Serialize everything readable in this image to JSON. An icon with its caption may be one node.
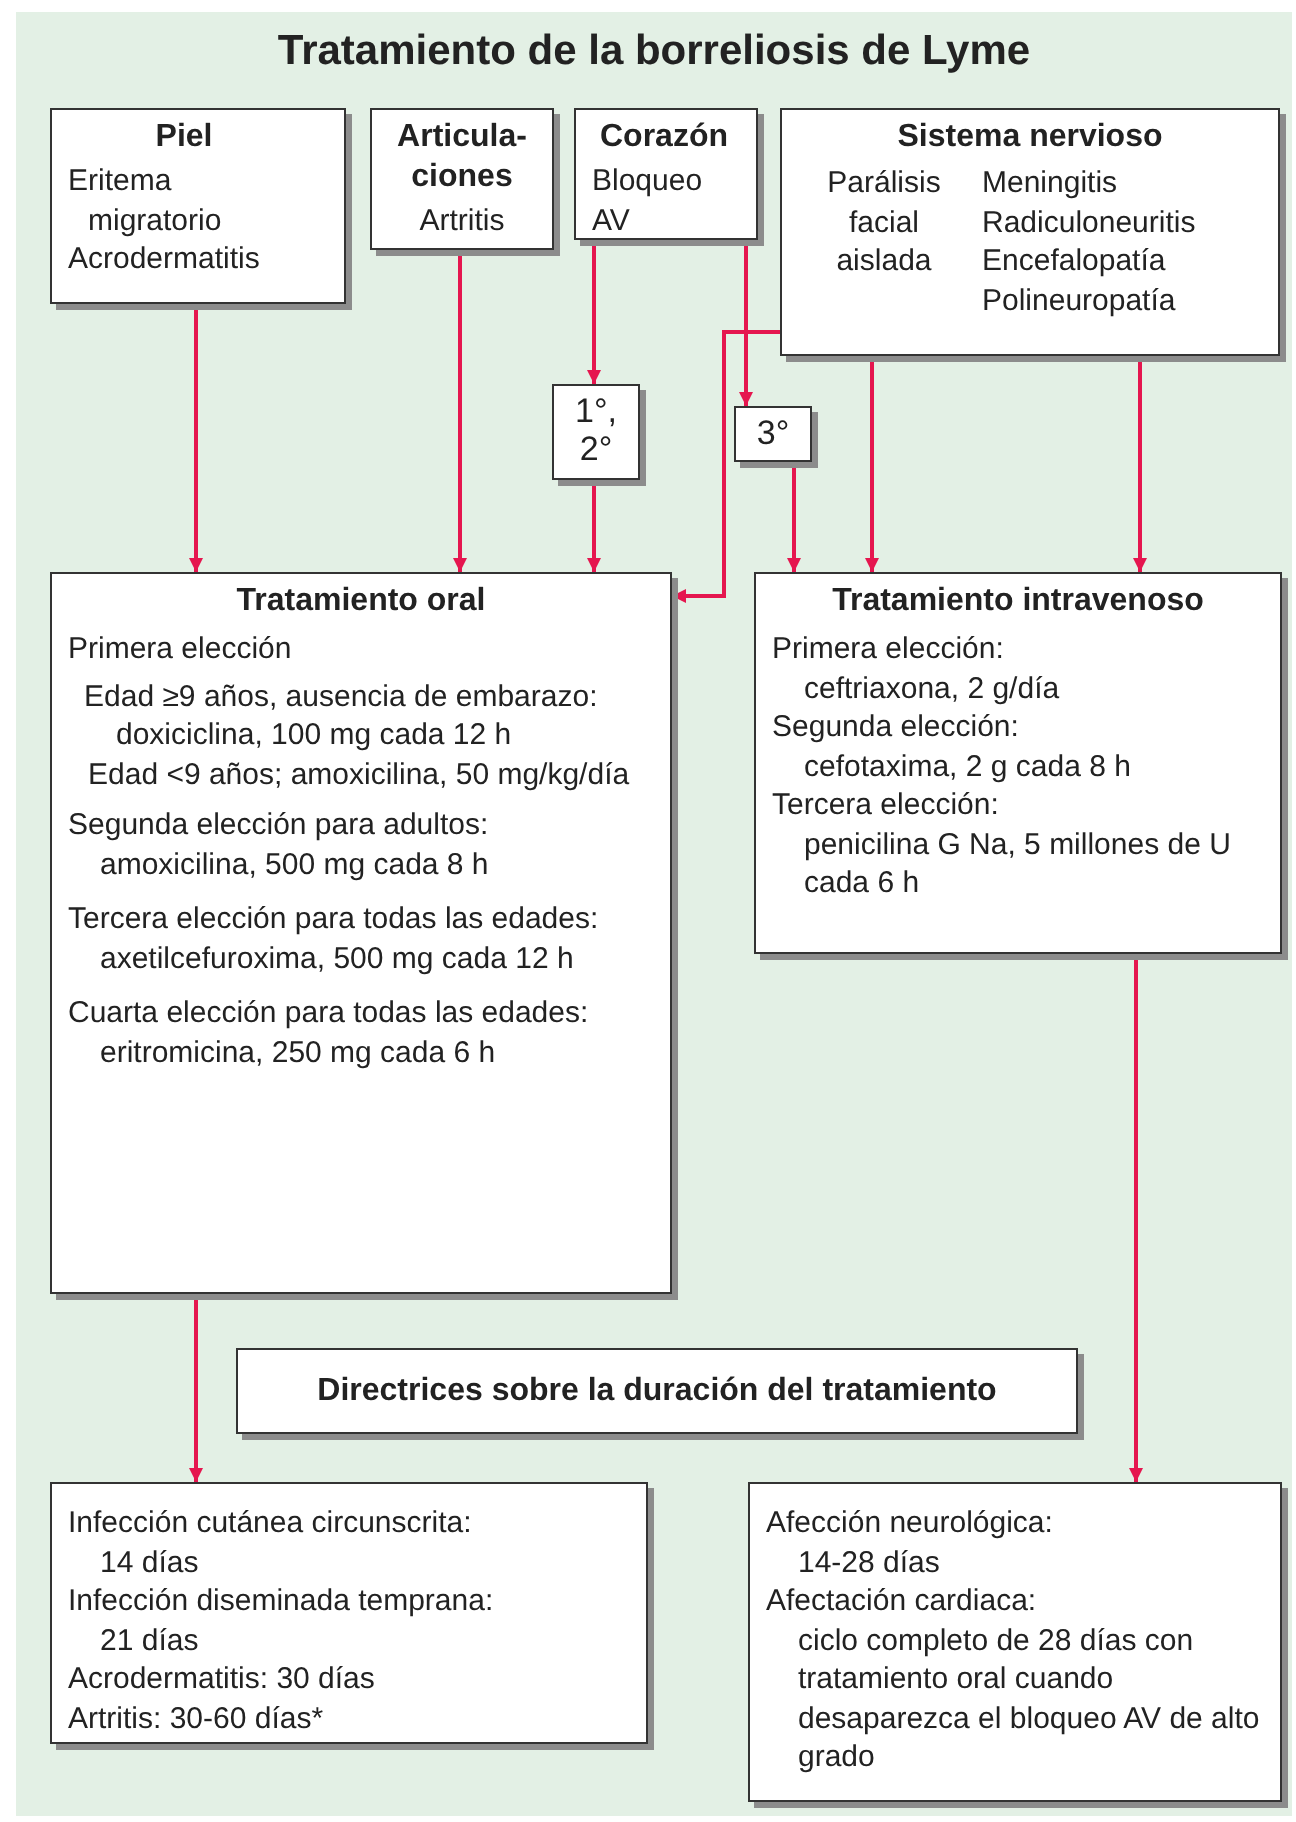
{
  "diagram": {
    "title": "Tratamiento de la borreliosis de Lyme",
    "nodes": [
      {
        "text": [
          "Piel",
          "Eritema migratorio",
          "Acrodermatitis"
        ]
      },
      {
        "text": [
          "Articula-ciones",
          "Artritis"
        ]
      },
      {
        "text": [
          "Corazón",
          "Bloqueo AV"
        ]
      },
      {
        "text": [
          "Sistema nervioso",
          "Parálisis facial aislada",
          "Meningitis",
          "Radiculoneuritis",
          "Encefalopatía",
          "Polineuropatía"
        ]
      },
      {
        "text": [
          "1°, 2°"
        ]
      },
      {
        "text": [
          "3°"
        ]
      },
      {
        "text": [
          "Tratamiento oral",
          "Primera elección",
          "Edad ≥9 años, ausencia de embarazo:",
          "doxiciclina, 100 mg cada 12 h",
          "Edad <9 años; amoxicilina, 50 mg/kg/día",
          "Segunda elección para adultos:",
          "amoxicilina, 500 mg cada 8 h",
          "Tercera elección para todas las edades:",
          "axetilcefuroxima, 500 mg cada 12 h",
          "Cuarta elección para todas las edades:",
          "eritromicina, 250 mg cada 6 h"
        ]
      },
      {
        "text": [
          "Tratamiento intravenoso",
          "Primera elección:",
          "ceftriaxona, 2 g/día",
          "Segunda elección:",
          "cefotaxima, 2 g cada 8 h",
          "Tercera elección:",
          "penicilina G Na, 5 millones de U cada 6 h"
        ]
      },
      {
        "text": [
          "Directrices sobre la duración del tratamiento"
        ]
      },
      {
        "text": [
          "Infección cutánea circunscrita:",
          "14 días",
          "Infección diseminada temprana:",
          "21 días",
          "Acrodermatitis: 30 días",
          "Artritis: 30-60 días*"
        ]
      },
      {
        "text": [
          "Afección neurológica:",
          "14-28 días",
          "Afectación cardiaca:",
          "ciclo completo de 28 días con tratamiento oral cuando desaparezca el bloqueo AV de alto grado"
        ]
      }
    ],
    "edges": [
      {
        "from": 0,
        "to": 6,
        "arrow": "to"
      },
      {
        "from": 1,
        "to": 6,
        "arrow": "to"
      },
      {
        "from": 2,
        "to": 4,
        "arrow": "to"
      },
      {
        "from": 4,
        "to": 6,
        "arrow": "to"
      },
      {
        "from": 2,
        "to": 5,
        "arrow": "to"
      },
      {
        "from": 5,
        "to": 7,
        "arrow": "to"
      },
      {
        "from": 3,
        "to": 6,
        "arrow": "to"
      },
      {
        "from": 3,
        "to": 7,
        "arrow": "to"
      },
      {
        "from": 3,
        "to": 7,
        "arrow": "to"
      },
      {
        "from": 6,
        "to": 9,
        "arrow": "to"
      },
      {
        "from": 7,
        "to": 10,
        "arrow": "to"
      }
    ]
  }
}
